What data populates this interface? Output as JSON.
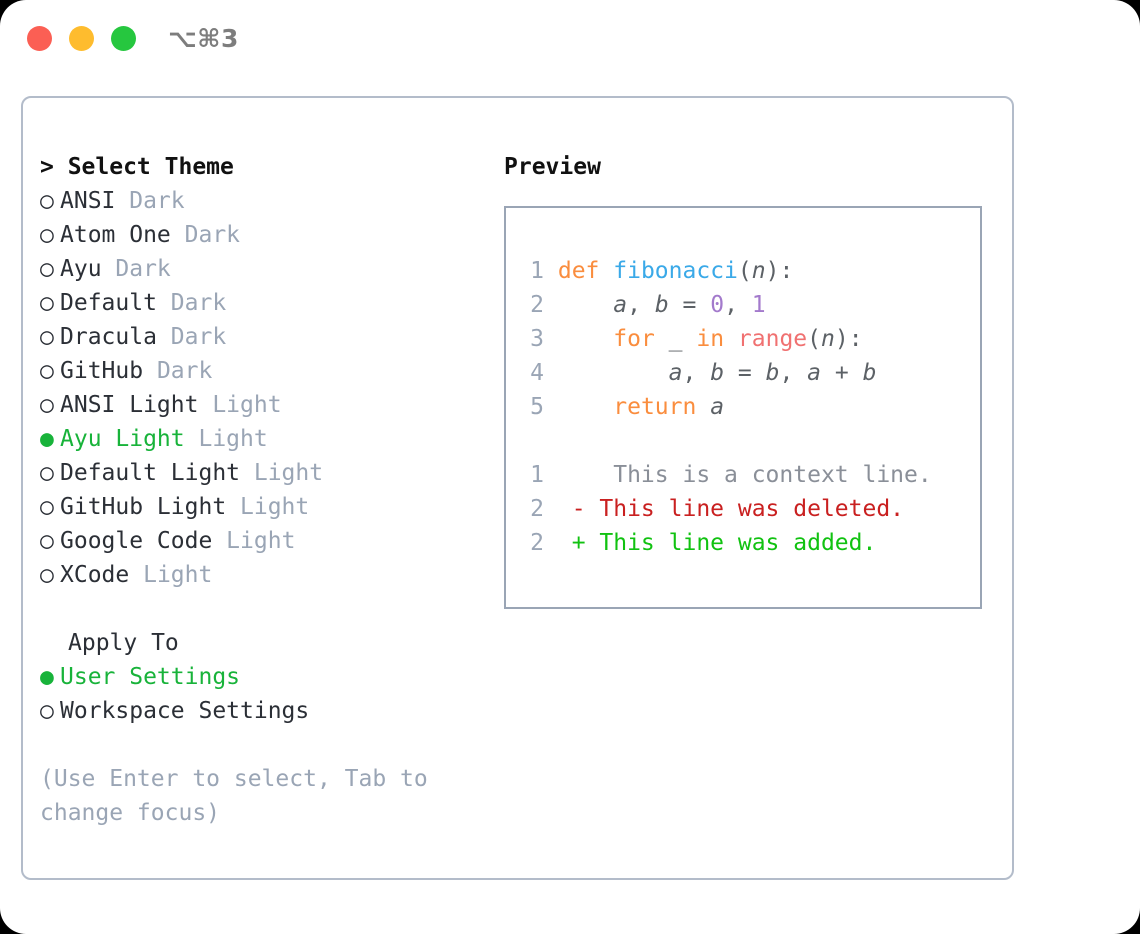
{
  "window": {
    "title": "⌥⌘3",
    "traffic_lights": [
      {
        "name": "close",
        "color": "#fb5f54"
      },
      {
        "name": "minimize",
        "color": "#febc2e"
      },
      {
        "name": "maximize",
        "color": "#26c73f"
      }
    ]
  },
  "theme_picker": {
    "header": "> Select Theme",
    "items": [
      {
        "marker": "○",
        "name": "ANSI",
        "kind": "Dark",
        "selected": false
      },
      {
        "marker": "○",
        "name": "Atom One",
        "kind": "Dark",
        "selected": false
      },
      {
        "marker": "○",
        "name": "Ayu",
        "kind": "Dark",
        "selected": false
      },
      {
        "marker": "○",
        "name": "Default",
        "kind": "Dark",
        "selected": false
      },
      {
        "marker": "○",
        "name": "Dracula",
        "kind": "Dark",
        "selected": false
      },
      {
        "marker": "○",
        "name": "GitHub",
        "kind": "Dark",
        "selected": false
      },
      {
        "marker": "○",
        "name": "ANSI Light",
        "kind": "Light",
        "selected": false
      },
      {
        "marker": "●",
        "name": "Ayu Light",
        "kind": "Light",
        "selected": true
      },
      {
        "marker": "○",
        "name": "Default Light",
        "kind": "Light",
        "selected": false
      },
      {
        "marker": "○",
        "name": "GitHub Light",
        "kind": "Light",
        "selected": false
      },
      {
        "marker": "○",
        "name": "Google Code",
        "kind": "Light",
        "selected": false
      },
      {
        "marker": "○",
        "name": "XCode",
        "kind": "Light",
        "selected": false
      }
    ]
  },
  "apply_to": {
    "header": "Apply To",
    "options": [
      {
        "marker": "●",
        "label": "User Settings",
        "selected": true
      },
      {
        "marker": "○",
        "label": "Workspace Settings",
        "selected": false
      }
    ]
  },
  "hint": "(Use Enter to select, Tab to change focus)",
  "preview": {
    "header": "Preview",
    "code_lines": [
      {
        "lineno": "1",
        "tokens": [
          {
            "t": " ",
            "c": "plain"
          },
          {
            "t": "def",
            "c": "kw"
          },
          {
            "t": " ",
            "c": "plain"
          },
          {
            "t": "fibonacci",
            "c": "fn"
          },
          {
            "t": "(",
            "c": "punc"
          },
          {
            "t": "n",
            "c": "var"
          },
          {
            "t": "):",
            "c": "punc"
          }
        ]
      },
      {
        "lineno": "2",
        "tokens": [
          {
            "t": "     ",
            "c": "plain"
          },
          {
            "t": "a",
            "c": "var"
          },
          {
            "t": ", ",
            "c": "punc"
          },
          {
            "t": "b",
            "c": "var"
          },
          {
            "t": " = ",
            "c": "punc"
          },
          {
            "t": "0",
            "c": "num"
          },
          {
            "t": ", ",
            "c": "punc"
          },
          {
            "t": "1",
            "c": "num"
          }
        ]
      },
      {
        "lineno": "3",
        "tokens": [
          {
            "t": "     ",
            "c": "plain"
          },
          {
            "t": "for",
            "c": "kw"
          },
          {
            "t": " _ ",
            "c": "punc"
          },
          {
            "t": "in",
            "c": "kw"
          },
          {
            "t": " ",
            "c": "plain"
          },
          {
            "t": "range",
            "c": "builtin"
          },
          {
            "t": "(",
            "c": "punc"
          },
          {
            "t": "n",
            "c": "var"
          },
          {
            "t": "):",
            "c": "punc"
          }
        ]
      },
      {
        "lineno": "4",
        "tokens": [
          {
            "t": "         ",
            "c": "plain"
          },
          {
            "t": "a",
            "c": "var"
          },
          {
            "t": ", ",
            "c": "punc"
          },
          {
            "t": "b",
            "c": "var"
          },
          {
            "t": " = ",
            "c": "punc"
          },
          {
            "t": "b",
            "c": "var"
          },
          {
            "t": ", ",
            "c": "punc"
          },
          {
            "t": "a",
            "c": "var"
          },
          {
            "t": " + ",
            "c": "punc"
          },
          {
            "t": "b",
            "c": "var"
          }
        ]
      },
      {
        "lineno": "5",
        "tokens": [
          {
            "t": "     ",
            "c": "plain"
          },
          {
            "t": "return",
            "c": "kw"
          },
          {
            "t": " ",
            "c": "plain"
          },
          {
            "t": "a",
            "c": "var"
          }
        ]
      }
    ],
    "diff_lines": [
      {
        "lineno": "1",
        "sign": " ",
        "text": "  This is a context line.",
        "kind": "ctx"
      },
      {
        "lineno": "2",
        "sign": "-",
        "text": " This line was deleted.",
        "kind": "del"
      },
      {
        "lineno": "2",
        "sign": "+",
        "text": " This line was added.",
        "kind": "add"
      }
    ]
  },
  "colors": {
    "accent_green": "#18b33a",
    "muted": "#9aa5b5",
    "border": "#b3bcca",
    "preview_border": "#9aa5b5",
    "kw": "#fa8d3e",
    "fn": "#3aa9e8",
    "builtin": "#f07171",
    "num": "#a37acc",
    "var": "#5c6166",
    "diff_del": "#c92020",
    "diff_add": "#11c211"
  }
}
